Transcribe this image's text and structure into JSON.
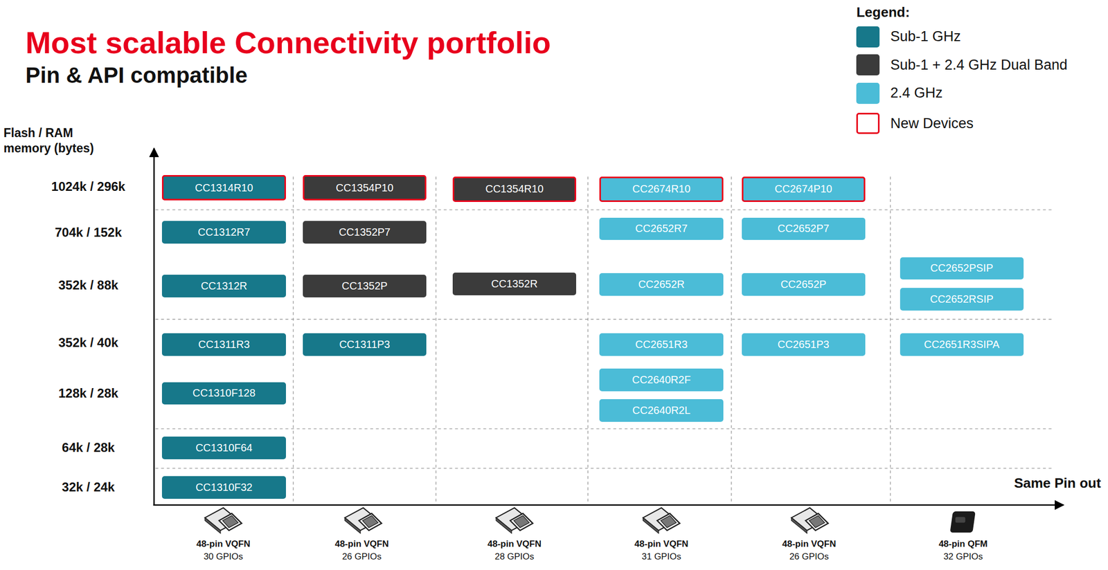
{
  "diagram": {
    "title": "Most scalable Connectivity portfolio",
    "nodes": [
      {
        "text": [
          "CC1314R10"
        ]
      },
      {
        "text": [
          "CC1354P10"
        ]
      },
      {
        "text": [
          "CC1354R10"
        ]
      },
      {
        "text": [
          "CC2674R10"
        ]
      },
      {
        "text": [
          "CC2674P10"
        ]
      },
      {
        "text": [
          "CC1312R7"
        ]
      },
      {
        "text": [
          "CC1352P7"
        ]
      },
      {
        "text": [
          "CC2652R7"
        ]
      },
      {
        "text": [
          "CC2652P7"
        ]
      },
      {
        "text": [
          "CC2652PSIP"
        ]
      },
      {
        "text": [
          "CC1312R"
        ]
      },
      {
        "text": [
          "CC1352P"
        ]
      },
      {
        "text": [
          "CC1352R"
        ]
      },
      {
        "text": [
          "CC2652R"
        ]
      },
      {
        "text": [
          "CC2652P"
        ]
      },
      {
        "text": [
          "CC2652RSIP"
        ]
      },
      {
        "text": [
          "CC1311R3"
        ]
      },
      {
        "text": [
          "CC1311P3"
        ]
      },
      {
        "text": [
          "CC2651R3"
        ]
      },
      {
        "text": [
          "CC2651P3"
        ]
      },
      {
        "text": [
          "CC2651R3SIPA"
        ]
      },
      {
        "text": [
          "CC2640R2F"
        ]
      },
      {
        "text": [
          "CC1310F128"
        ]
      },
      {
        "text": [
          "CC2640R2L"
        ]
      },
      {
        "text": [
          "CC1310F64"
        ]
      },
      {
        "text": [
          "CC1310F32"
        ]
      }
    ],
    "labels": [
      "Pin & API compatible",
      "Legend:",
      "Flash / RAM memory (bytes)",
      "1024k / 296k",
      "704k / 152k",
      "352k / 88k",
      "352k / 40k",
      "128k / 28k",
      "64k / 28k",
      "32k / 24k",
      "Same Pin out",
      "48-pin VQFN",
      "30 GPIOs",
      "48-pin VQFN",
      "26 GPIOs",
      "48-pin VQFN",
      "28 GPIOs",
      "48-pin VQFN",
      "31 GPIOs",
      "48-pin VQFN",
      "26 GPIOs",
      "48-pin QFM",
      "32 GPIOs"
    ],
    "legend": [
      {
        "text": "Sub-1 GHz",
        "color": "#17788a"
      },
      {
        "text": "Sub-1 + 2.4 GHz Dual Band",
        "color": "#3b3b3b"
      },
      {
        "text": "2.4 GHz",
        "color": "#4bbcd7"
      },
      {
        "text": "New Devices"
      }
    ]
  }
}
